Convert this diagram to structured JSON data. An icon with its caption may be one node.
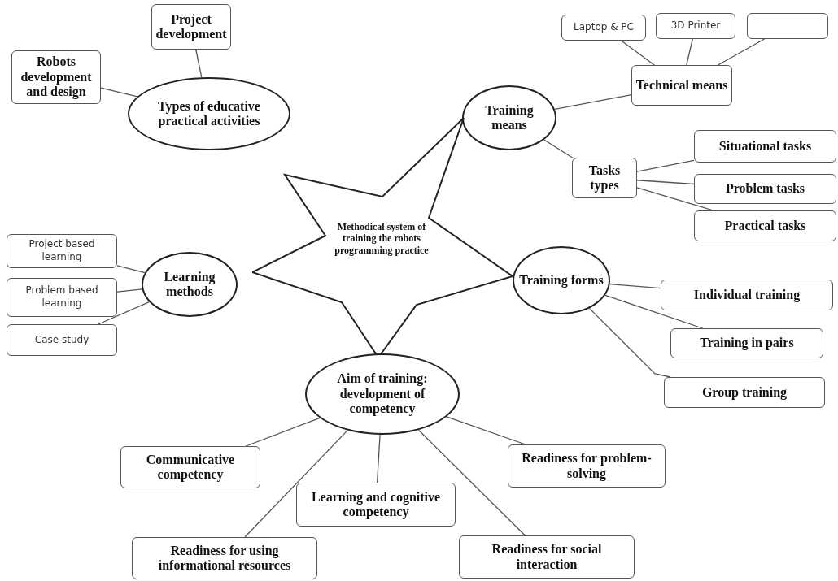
{
  "diagram": {
    "nodes": [
      {
        "text": [
          "Project development"
        ]
      },
      {
        "text": [
          "Robots development and design"
        ]
      },
      {
        "text": [
          "Types of educative practical activities"
        ]
      },
      {
        "text": [
          "Laptop & PC"
        ]
      },
      {
        "text": [
          "3D Printer"
        ]
      },
      {
        "text": [],
        "shape": "box"
      },
      {
        "text": [
          "Technical means"
        ]
      },
      {
        "text": [
          "Training means"
        ]
      },
      {
        "text": [
          "Situational tasks"
        ]
      },
      {
        "text": [
          "Tasks types"
        ]
      },
      {
        "text": [
          "Problem tasks"
        ]
      },
      {
        "text": [
          "Practical tasks"
        ]
      },
      {
        "text": [
          "Methodical system of training the robots programming practice"
        ]
      },
      {
        "text": [
          "Project based learning"
        ]
      },
      {
        "text": [
          "Learning methods"
        ]
      },
      {
        "text": [
          "Problem based learning"
        ]
      },
      {
        "text": [
          "Case study"
        ]
      },
      {
        "text": [
          "Training forms"
        ]
      },
      {
        "text": [
          "Individual training"
        ]
      },
      {
        "text": [
          "Training in pairs"
        ]
      },
      {
        "text": [
          "Group training"
        ]
      },
      {
        "text": [
          "Aim of training: development of competency"
        ]
      },
      {
        "text": [
          "Communicative competency"
        ]
      },
      {
        "text": [
          "Readiness for problem-solving"
        ]
      },
      {
        "text": [
          "Learning and cognitive competency"
        ]
      },
      {
        "text": [
          "Readiness for using informational resources"
        ]
      },
      {
        "text": [
          "Readiness for social interaction"
        ]
      }
    ],
    "edges": [
      {
        "from": 0,
        "to": 2,
        "arrow": "none"
      },
      {
        "from": 1,
        "to": 2,
        "arrow": "none"
      },
      {
        "from": 3,
        "to": 6,
        "arrow": "none"
      },
      {
        "from": 4,
        "to": 6,
        "arrow": "none"
      },
      {
        "from": 5,
        "to": 6,
        "arrow": "none"
      },
      {
        "from": 6,
        "to": 7,
        "arrow": "none"
      },
      {
        "from": 7,
        "to": 9,
        "arrow": "none"
      },
      {
        "from": 9,
        "to": 8,
        "arrow": "none"
      },
      {
        "from": 9,
        "to": 10,
        "arrow": "none"
      },
      {
        "from": 9,
        "to": 11,
        "arrow": "none"
      },
      {
        "from": 14,
        "to": 13,
        "arrow": "none"
      },
      {
        "from": 14,
        "to": 15,
        "arrow": "none"
      },
      {
        "from": 14,
        "to": 16,
        "arrow": "none"
      },
      {
        "from": 17,
        "to": 18,
        "arrow": "none"
      },
      {
        "from": 17,
        "to": 19,
        "arrow": "none"
      },
      {
        "from": 17,
        "to": 20,
        "arrow": "none"
      },
      {
        "from": 21,
        "to": 22,
        "arrow": "none"
      },
      {
        "from": 21,
        "to": 23,
        "arrow": "none"
      },
      {
        "from": 21,
        "to": 24,
        "arrow": "none"
      },
      {
        "from": 21,
        "to": 25,
        "arrow": "none"
      },
      {
        "from": 21,
        "to": 26,
        "arrow": "none"
      }
    ]
  }
}
